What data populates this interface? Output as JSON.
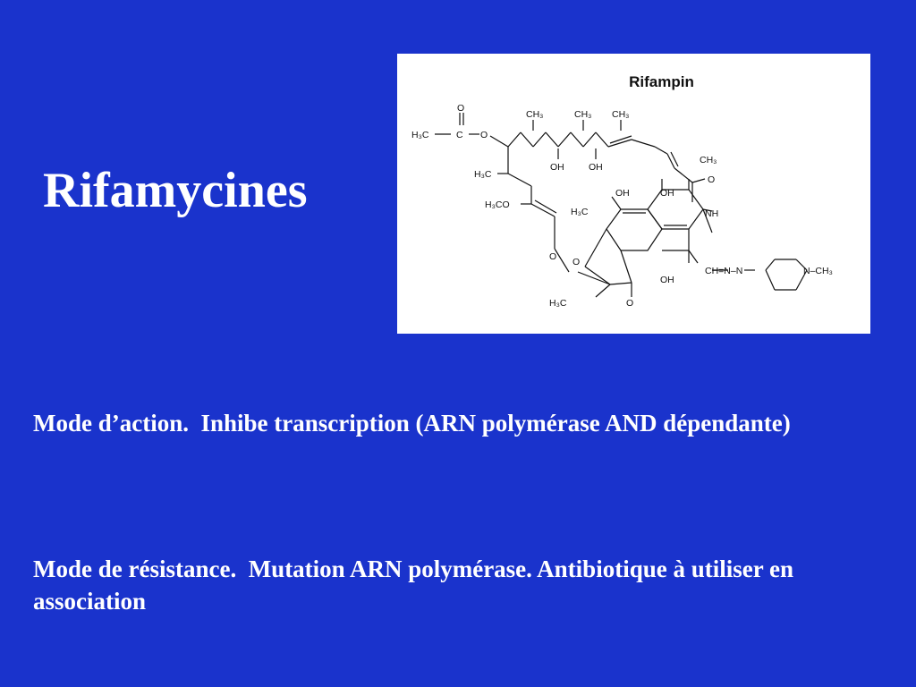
{
  "slide": {
    "title": "Rifamycines",
    "figure": {
      "title": "Rifampin",
      "icon": "rifampin-structure-diagram",
      "labels": {
        "h3c_1": "H₃C",
        "c": "C",
        "o_carbonyl": "O",
        "o_ester": "O",
        "ch3_1": "CH₃",
        "ch3_2": "CH₃",
        "ch3_3": "CH₃",
        "oh_1": "OH",
        "oh_2": "OH",
        "ch3_4": "CH₃",
        "o_amide": "O",
        "h3c_2": "H₃C",
        "h3co": "H₃CO",
        "oh_3": "OH",
        "oh_4": "OH",
        "h3c_3": "H₃C",
        "nh": "NH",
        "o_ring1": "O",
        "o_ring2": "O",
        "ch_n_n": "CH=N–N",
        "n_ch3": "N–CH₃",
        "oh_5": "OH",
        "h3c_4": "H₃C",
        "o_keto": "O"
      }
    },
    "mode_action": "Mode d’action.  Inhibe transcription (ARN polymérase AND dépendante)",
    "mode_resistance": "Mode de résistance.  Mutation ARN polymérase. Antibiotique à utiliser en association"
  },
  "colors": {
    "background": "#1a33cc",
    "text": "#ffffff",
    "figure_background": "#ffffff",
    "figure_ink": "#111111"
  }
}
